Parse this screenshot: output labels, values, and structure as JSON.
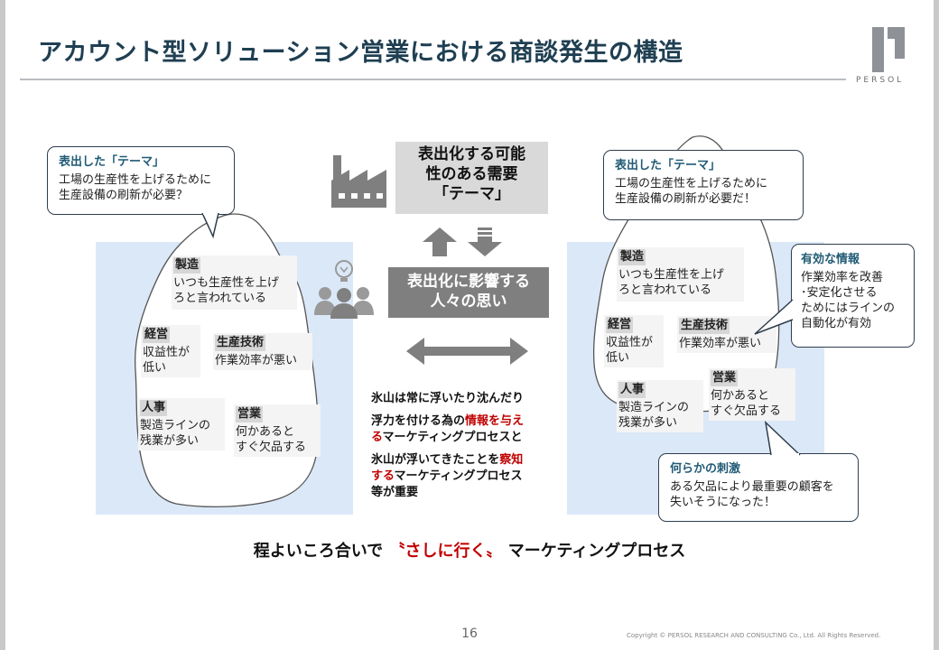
{
  "header": {
    "title": "アカウント型ソリューション営業における商談発生の構造",
    "logo_text": "PERSOL"
  },
  "center": {
    "demand_box": [
      "表出化する可能",
      "性のある需要",
      "「テーマ」"
    ],
    "influence_box": [
      "表出化に影響する",
      "人々の思い"
    ],
    "text1": "氷山は常に浮いたり沈んだり",
    "text2_a": "浮力を付ける為の",
    "text2_b": "情報を与え",
    "text2_c": "る",
    "text2_d": "マーケティングプロセスと",
    "text3_a": "氷山が浮いてきたことを",
    "text3_b": "察知",
    "text3_c": "する",
    "text3_d": "マーケティングプロセス",
    "text3_e": "等が重要"
  },
  "left_iceberg": {
    "bubble_head": "表出した「テーマ」",
    "bubble_body": [
      "工場の生産性を上げるために",
      "生産設備の刷新が必要？"
    ],
    "cards": [
      {
        "label": "製造",
        "text": [
          "いつも生産性を上げ",
          "ろと言われている"
        ]
      },
      {
        "label": "経営",
        "text": [
          "収益性が",
          "低い"
        ]
      },
      {
        "label": "生産技術",
        "text": [
          "作業効率が悪い"
        ]
      },
      {
        "label": "人事",
        "text": [
          "製造ラインの",
          "残業が多い"
        ]
      },
      {
        "label": "営業",
        "text": [
          "何かあると",
          "すぐ欠品する"
        ]
      }
    ]
  },
  "right_iceberg": {
    "bubble_head": "表出した「テーマ」",
    "bubble_body": [
      "工場の生産性を上げるために",
      "生産設備の刷新が必要だ！"
    ],
    "cards": [
      {
        "label": "製造",
        "text": [
          "いつも生産性を上げ",
          "ろと言われている"
        ]
      },
      {
        "label": "経営",
        "text": [
          "収益性が",
          "低い"
        ]
      },
      {
        "label": "生産技術",
        "text": [
          "作業効率が悪い"
        ]
      },
      {
        "label": "人事",
        "text": [
          "製造ラインの",
          "残業が多い"
        ]
      },
      {
        "label": "営業",
        "text": [
          "何かあると",
          "すぐ欠品する"
        ]
      }
    ],
    "info_head": "有効な情報",
    "info_body": [
      "作業効率を改善",
      "･安定化させる",
      "ためにはラインの",
      "自動化が有効"
    ],
    "stim_head": "何らかの刺激",
    "stim_body": [
      "ある欠品により最重要の顧客を",
      "失いそうになった！"
    ]
  },
  "bottom": {
    "prefix": "程よいころ合いで",
    "highlight": "〝さしに行く〟",
    "suffix": "マーケティングプロセス"
  },
  "footer": {
    "page": "16",
    "copyright": "Copyright © PERSOL RESEARCH AND CONSULTING Co., Ltd. All Rights Reserved."
  },
  "colors": {
    "panel": "#dbe8f8",
    "title": "#1f3f52",
    "accent_red": "#c00000",
    "bubble_head": "#1f5a74",
    "icon_grey": "#7f7f7f"
  }
}
